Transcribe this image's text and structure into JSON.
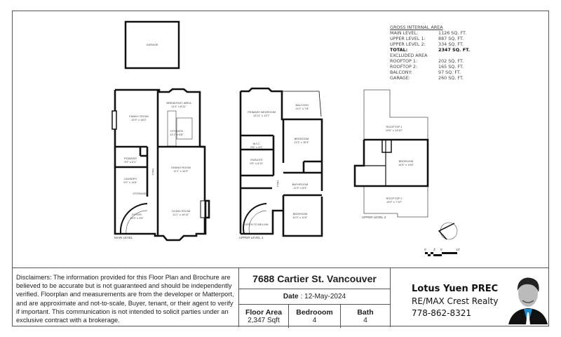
{
  "garage_label": "GARAGE",
  "main_level": {
    "label": "MAIN LEVEL",
    "rooms": [
      {
        "name": "FAMILY ROOM",
        "dims": "12'0\" x 16'0\""
      },
      {
        "name": "BREAKFAST AREA",
        "dims": "11'1\" x 8'11\""
      },
      {
        "name": "KITCHEN",
        "dims": "11'1\" x 8'8\""
      },
      {
        "name": "POWDER",
        "dims": "9'2\" x 5'1\""
      },
      {
        "name": "LAUNDRY",
        "dims": "9'2\" x 11'6\""
      },
      {
        "name": "STORAGE",
        "dims": ""
      },
      {
        "name": "FOYER",
        "dims": "10'9\" x 9'5\""
      },
      {
        "name": "DINING ROOM",
        "dims": "11'1\" x 12'0\""
      },
      {
        "name": "LIVING ROOM",
        "dims": "11'1\" x 14'11\""
      },
      {
        "name": "HALL",
        "dims": ""
      }
    ]
  },
  "upper_level_1": {
    "label": "UPPER LEVEL 1",
    "rooms": [
      {
        "name": "PRIMARY BEDROOM",
        "dims": "12'11\" x 13'7\""
      },
      {
        "name": "BALCONY",
        "dims": "11'2\" x 7'8\""
      },
      {
        "name": "BEDROOM",
        "dims": "11'3\" x 15'3\""
      },
      {
        "name": "W.I.C.",
        "dims": "9'5\" x 4'0\""
      },
      {
        "name": "ENSUITE",
        "dims": "9'5\" x 6'11\""
      },
      {
        "name": "BATHROOM",
        "dims": "11'3\" x 6'3\""
      },
      {
        "name": "BEDROOM",
        "dims": "11'3\" x 11'6\""
      },
      {
        "name": "OPEN TO BELOW",
        "dims": ""
      },
      {
        "name": "HALL",
        "dims": ""
      }
    ]
  },
  "upper_level_2": {
    "label": "UPPER LEVEL 2",
    "rooms": [
      {
        "name": "ROOFTOP 1",
        "dims": "19'5\" x 13'10\""
      },
      {
        "name": "BEDROOM",
        "dims": "14'6\" x 13'8\""
      },
      {
        "name": "ROOFTOP 2",
        "dims": "19'9\" x 7'10\""
      }
    ]
  },
  "scale_bar": [
    "0'",
    "3'",
    "5'",
    "10'"
  ],
  "area_table": {
    "gross_heading": "GROSS INTERNAL AREA",
    "gross": [
      {
        "label": "MAIN LEVEL:",
        "value": "1126 SQ. FT."
      },
      {
        "label": "UPPER LEVEL 1:",
        "value": "887 SQ. FT."
      },
      {
        "label": "UPPER LEVEL 2:",
        "value": "334 SQ. FT."
      }
    ],
    "total": {
      "label": "TOTAL:",
      "value": "2347 SQ. FT."
    },
    "excluded_heading": "EXCLUDED AREA",
    "excluded": [
      {
        "label": "ROOFTOP 1:",
        "value": "202 SQ. FT."
      },
      {
        "label": "ROOFTOP 2:",
        "value": "165 SQ. FT."
      },
      {
        "label": "BALCONY:",
        "value": "97 SQ. FT."
      },
      {
        "label": "GARAGE:",
        "value": "260 SQ. FT."
      }
    ]
  },
  "disclaimer": "Disclaimers: The information provided for this Floor Plan and Brochure are believed to be accurate but is not guaranteed and should be independently verified. Floorplan and measurements are from the developer or Matterport, and are approximate and not-to-scale, Buyer, tenant, or their agent to verify if important. This communication is not intended to solicit parties under an exclusive contract with a brokerage.",
  "property": {
    "address": "7688 Cartier St. Vancouver",
    "date_label": "Date",
    "date_value": ": 12-May-2024",
    "stats": [
      {
        "label": "Floor Area",
        "value": "2,347 Sqft"
      },
      {
        "label": "Bedrooom",
        "value": "4"
      },
      {
        "label": "Bath",
        "value": "4"
      }
    ]
  },
  "agent": {
    "name": "Lotus Yuen PREC",
    "company": "RE/MAX Crest Realty",
    "phone": "778-862-8321",
    "accent_color": "#1e88c8"
  }
}
